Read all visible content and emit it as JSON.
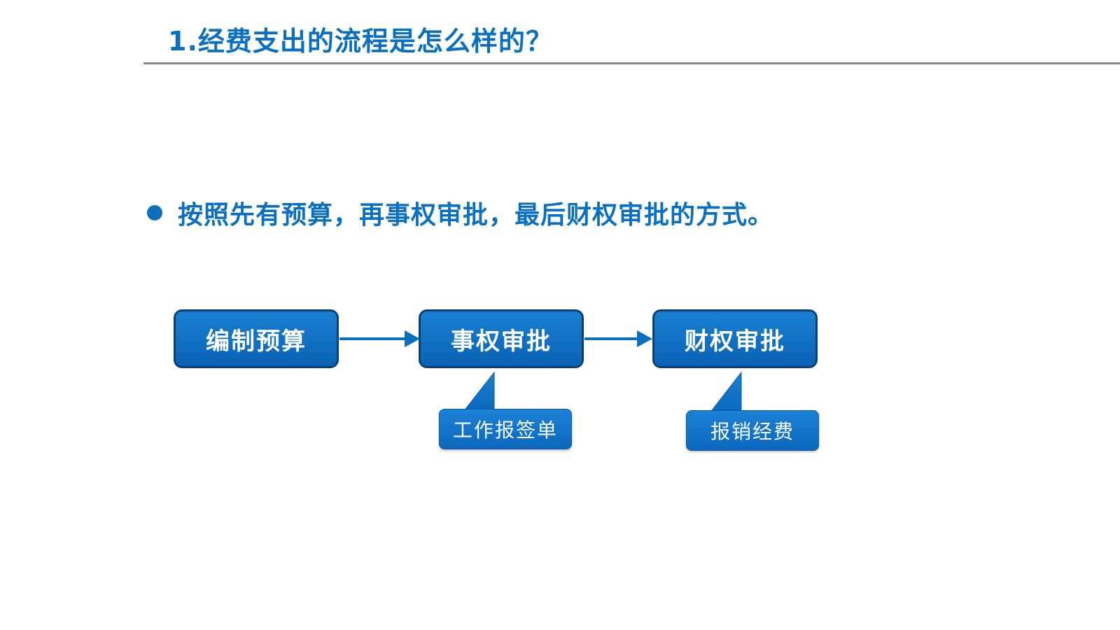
{
  "slide": {
    "title": "1.经费支出的流程是怎么样的？",
    "bullet": "按照先有预算，再事权审批，最后财权审批的方式。"
  },
  "flow": {
    "steps": [
      {
        "label": "编制预算"
      },
      {
        "label": "事权审批"
      },
      {
        "label": "财权审批"
      }
    ],
    "callouts": [
      {
        "label": "工作报签单",
        "attached_to": "事权审批"
      },
      {
        "label": "报销经费",
        "attached_to": "财权审批"
      }
    ]
  },
  "colors": {
    "accent": "#0b6fc0",
    "box_fill": "#0a63b5",
    "box_border": "#0d3f73",
    "rule": "#8a8a8a",
    "text_on_box": "#ffffff"
  }
}
